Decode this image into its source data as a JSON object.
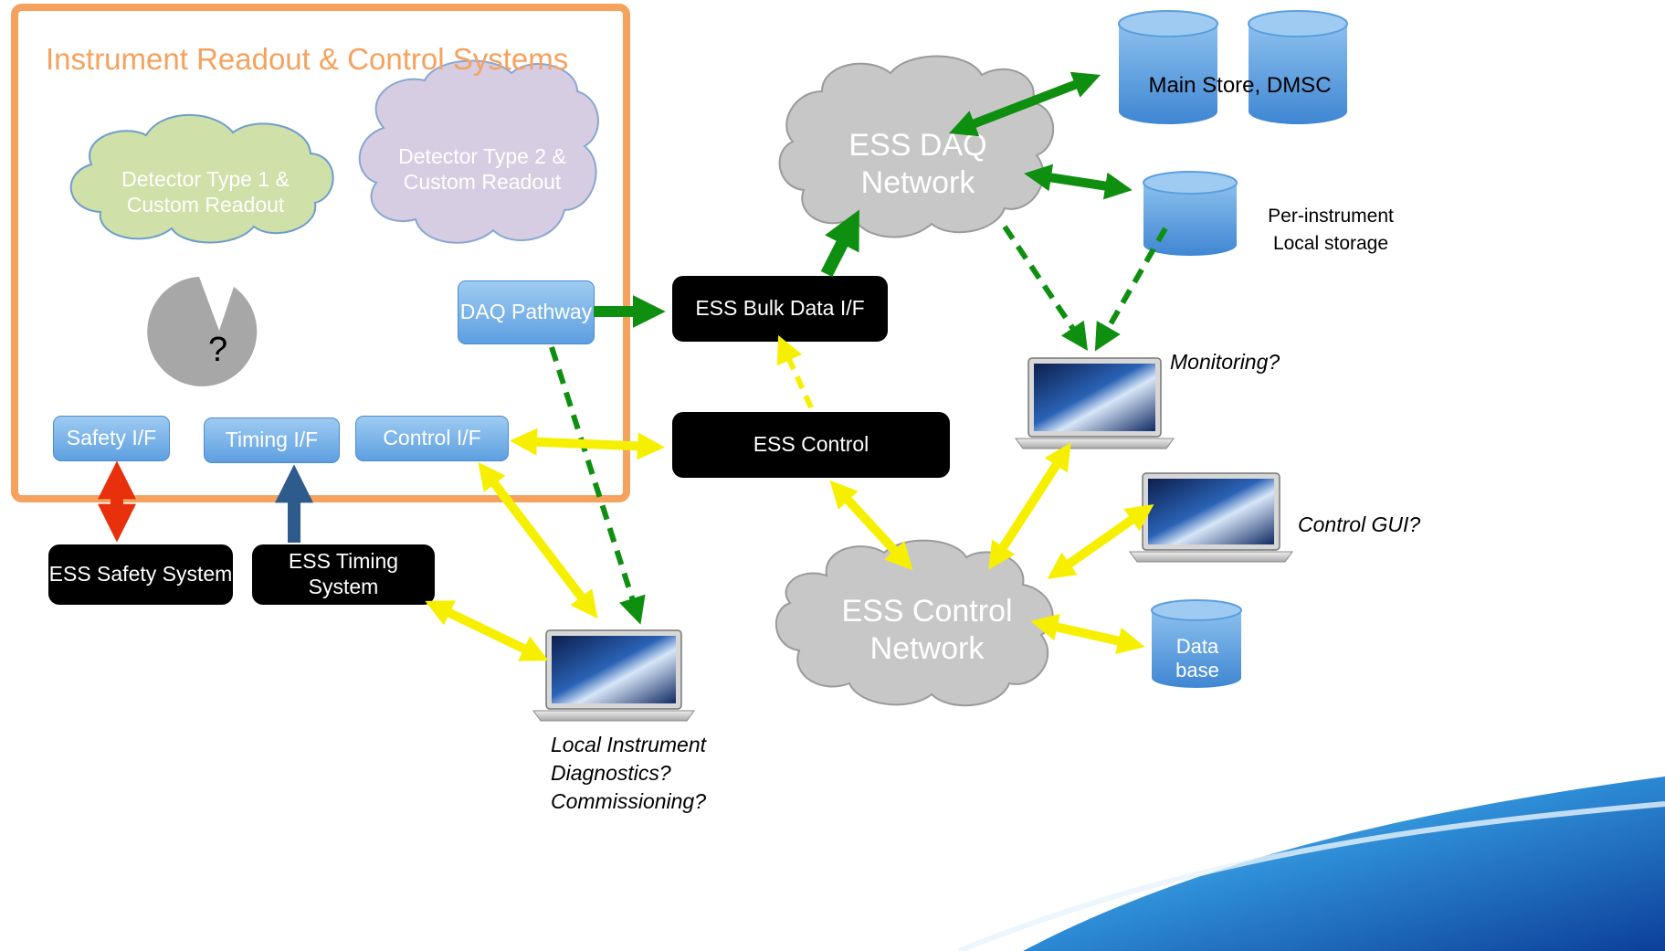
{
  "frame": {
    "title": "Instrument Readout & Control Systems"
  },
  "clouds": {
    "detector1": "Detector Type 1 & Custom Readout",
    "detector2": "Detector Type 2 & Custom Readout",
    "daq_network": "ESS DAQ Network",
    "control_network": "ESS Control Network"
  },
  "unknown_component": "?",
  "interfaces": {
    "daq_pathway": "DAQ Pathway",
    "safety": "Safety I/F",
    "timing": "Timing I/F",
    "control": "Control I/F"
  },
  "systems": {
    "bulk_data": "ESS Bulk Data I/F",
    "control": "ESS Control",
    "safety": "ESS Safety System",
    "timing": "ESS Timing System"
  },
  "storage": {
    "main_store": "Main Store, DMSC",
    "local": "Per-instrument Local storage",
    "database": "Data base"
  },
  "laptop_labels": {
    "monitoring": "Monitoring?",
    "control_gui": "Control GUI?",
    "diagnostics": "Local Instrument Diagnostics? Commissioning?"
  },
  "colors": {
    "frame": "#f5a25e",
    "green_arrow": "#0f8f0f",
    "yellow_arrow": "#f6f000",
    "red_arrow": "#e8300c",
    "blue_arrow": "#2d5b8c",
    "cylinder": "#5b9fdf"
  }
}
